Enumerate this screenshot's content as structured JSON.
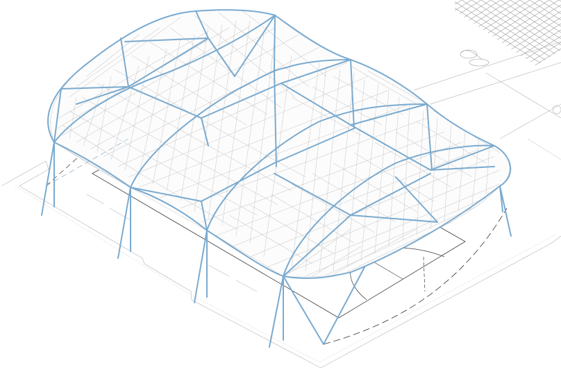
{
  "drawing": {
    "subject": "isometric-sports-hall-membrane-roof",
    "colors": {
      "structure": "#7aaacf",
      "mesh": "#c9c9c9",
      "court_lines": "#3a3a3a",
      "site_lines": "#b5b5b5",
      "background": "#ffffff"
    },
    "bays": 4,
    "arches": 3
  }
}
